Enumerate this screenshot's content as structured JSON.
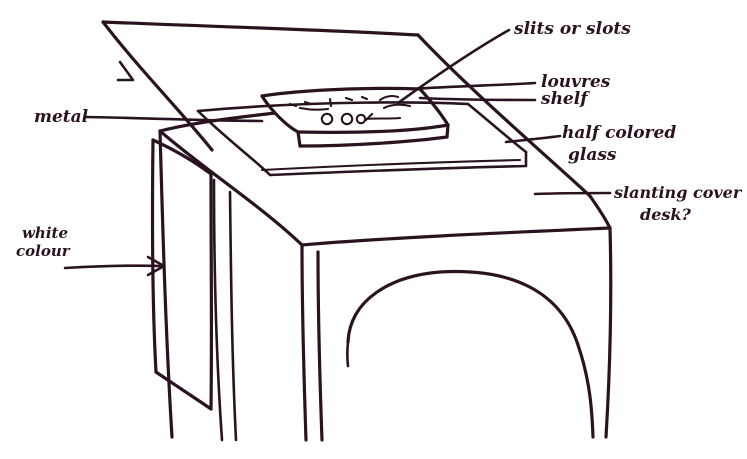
{
  "labels": {
    "slits": "slits or slots",
    "louvres": "louvres",
    "metal": "metal",
    "shelf": "shelf",
    "half_colored_glass_1": "half colored",
    "half_colored_glass_2": "glass",
    "slanting_cover_1": "slanting cover",
    "slanting_cover_2": "desk?",
    "white_color_1": "white",
    "white_color_2": "colour"
  }
}
